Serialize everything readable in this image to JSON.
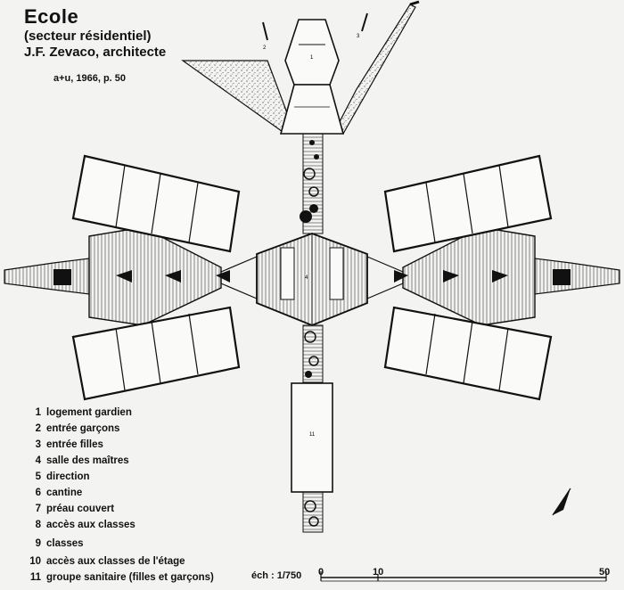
{
  "header": {
    "title": "Ecole",
    "subtitle": "(secteur résidentiel)",
    "architect": "J.F. Zevaco, architecte",
    "source": "a+u, 1966, p. 50"
  },
  "legend": [
    {
      "num": "1",
      "label": "logement gardien"
    },
    {
      "num": "2",
      "label": "entrée garçons"
    },
    {
      "num": "3",
      "label": "entrée filles"
    },
    {
      "num": "4",
      "label": "salle des maîtres"
    },
    {
      "num": "5",
      "label": "direction"
    },
    {
      "num": "6",
      "label": "cantine"
    },
    {
      "num": "7",
      "label": "préau couvert"
    },
    {
      "num": "8",
      "label": "accès aux classes"
    },
    {
      "num": "9",
      "label": "classes"
    },
    {
      "num": "10",
      "label": "accès aux classes de l'étage"
    },
    {
      "num": "11",
      "label": "groupe sanitaire (filles et garçons)"
    }
  ],
  "scale": {
    "label": "éch : 1/750",
    "ticks": [
      "0",
      "10",
      "50"
    ]
  },
  "plan_marks": {
    "house": "1",
    "entry_boys": "2",
    "entry_girls": "3",
    "teachers": "4",
    "sanitary": "11"
  },
  "colors": {
    "ink": "#111111",
    "paper": "#f3f3f1",
    "hatch": "#555555"
  }
}
